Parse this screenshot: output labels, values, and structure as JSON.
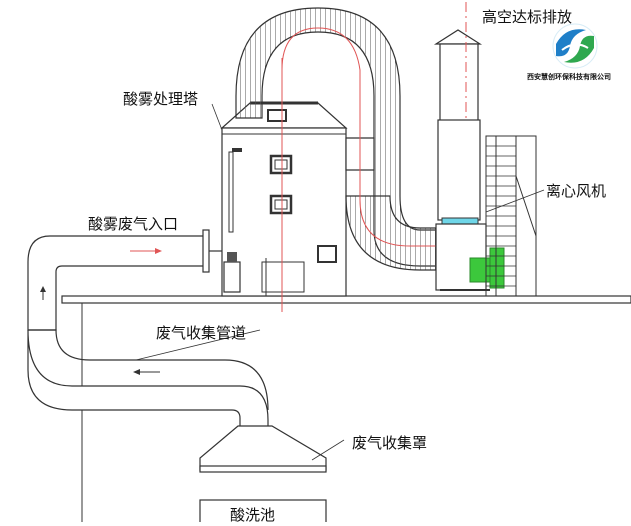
{
  "labels": {
    "high_altitude_discharge": "高空达标排放",
    "acid_mist_tower": "酸雾处理塔",
    "centrifugal_fan": "离心风机",
    "acid_mist_inlet": "酸雾废气入口",
    "exhaust_pipe": "废气收集管道",
    "exhaust_hood": "废气收集罩",
    "pickling_tank": "酸洗池"
  },
  "logo": {
    "company": "西安慧创环保科技有限公司"
  },
  "colors": {
    "line": "#333333",
    "flow_red": "#e05555",
    "fan_green": "#3cc83c",
    "fan_cyan": "#6fd6e8",
    "logo_blue": "#1f7fc8",
    "logo_green": "#2fa84f"
  }
}
